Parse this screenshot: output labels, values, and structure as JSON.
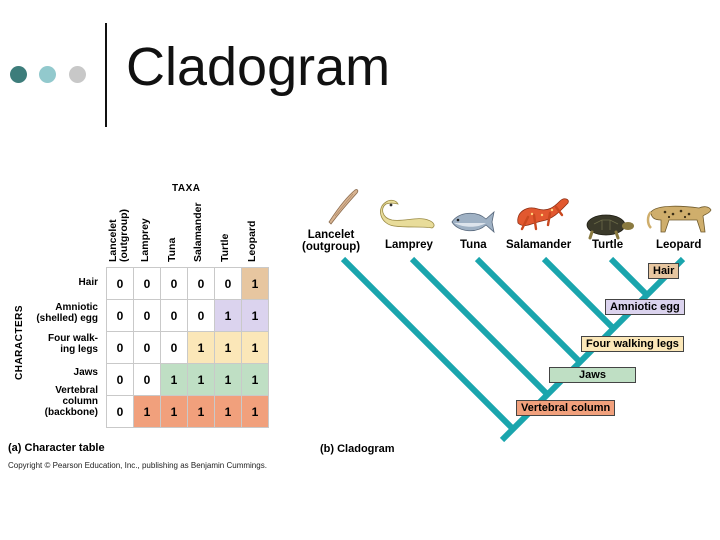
{
  "slide": {
    "title": "Cladogram"
  },
  "colors": {
    "dot1": "#3d7d7b",
    "dot2": "#92c9cd",
    "dot3": "#c8c8c8",
    "hair": "#e7c6a0",
    "amniotic_egg": "#dbd3ee",
    "four_walking_legs": "#fbe7b8",
    "jaws": "#bfdfc4",
    "vertebral_column": "#f1a07c",
    "branch": "#1aa5ad"
  },
  "table": {
    "taxa_heading": "TAXA",
    "characters_heading": "CHARACTERS",
    "columns": [
      {
        "line1": "Lancelet",
        "line2": "(outgroup)"
      },
      {
        "line1": "Lamprey",
        "line2": ""
      },
      {
        "line1": "Tuna",
        "line2": ""
      },
      {
        "line1": "Salamander",
        "line2": ""
      },
      {
        "line1": "Turtle",
        "line2": ""
      },
      {
        "line1": "Leopard",
        "line2": ""
      }
    ],
    "rows": [
      {
        "label1": "Hair",
        "label2": "",
        "values": [
          0,
          0,
          0,
          0,
          0,
          1
        ],
        "trait": "hair"
      },
      {
        "label1": "Amniotic",
        "label2": "(shelled) egg",
        "values": [
          0,
          0,
          0,
          0,
          1,
          1
        ],
        "trait": "amniotic_egg"
      },
      {
        "label1": "Four walk-",
        "label2": "ing legs",
        "values": [
          0,
          0,
          0,
          1,
          1,
          1
        ],
        "trait": "four_walking_legs"
      },
      {
        "label1": "Jaws",
        "label2": "",
        "values": [
          0,
          0,
          1,
          1,
          1,
          1
        ],
        "trait": "jaws"
      },
      {
        "label1": "Vertebral",
        "label2": "column",
        "label3": "(backbone)",
        "values": [
          0,
          1,
          1,
          1,
          1,
          1
        ],
        "trait": "vertebral_column"
      }
    ],
    "caption": "(a) Character table"
  },
  "cladogram": {
    "taxa": [
      {
        "line1": "Lancelet",
        "line2": "(outgroup)",
        "icon": "lancelet-icon"
      },
      {
        "line1": "Lamprey",
        "line2": "",
        "icon": "lamprey-icon"
      },
      {
        "line1": "Tuna",
        "line2": "",
        "icon": "tuna-icon"
      },
      {
        "line1": "Salamander",
        "line2": "",
        "icon": "salamander-icon"
      },
      {
        "line1": "Turtle",
        "line2": "",
        "icon": "turtle-icon"
      },
      {
        "line1": "Leopard",
        "line2": "",
        "icon": "leopard-icon"
      }
    ],
    "traits": [
      {
        "label": "Hair",
        "key": "hair"
      },
      {
        "label": "Amniotic egg",
        "key": "amniotic_egg"
      },
      {
        "label": "Four walking legs",
        "key": "four_walking_legs"
      },
      {
        "label": "Jaws",
        "key": "jaws"
      },
      {
        "label": "Vertebral column",
        "key": "vertebral_column"
      }
    ],
    "caption": "(b) Cladogram"
  },
  "copyright": "Copyright © Pearson Education, Inc., publishing as Benjamin Cummings."
}
